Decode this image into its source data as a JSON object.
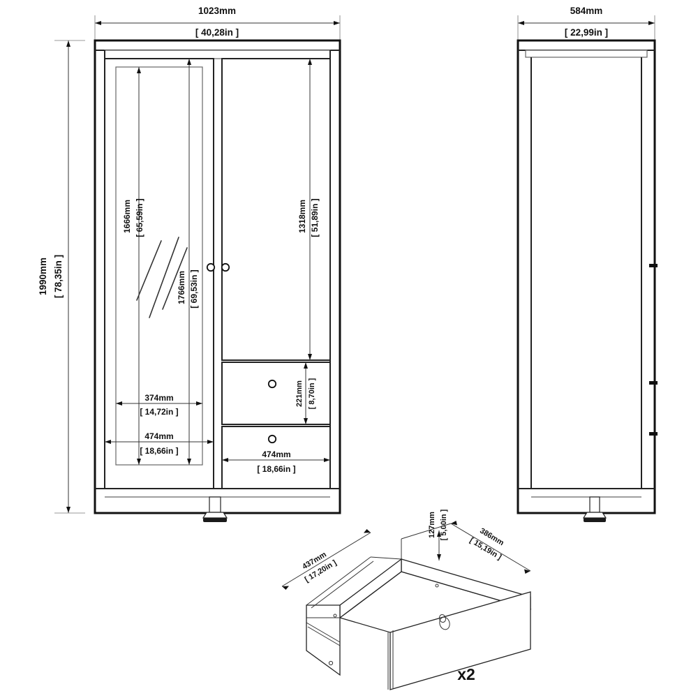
{
  "document": {
    "title": "Wardrobe assembly dimension drawing",
    "type": "technical-drawing"
  },
  "views": {
    "front": {
      "name": "front-elevation"
    },
    "side": {
      "name": "side-elevation"
    },
    "drawer": {
      "name": "drawer-isometric-detail",
      "quantity_label": "x2"
    }
  },
  "dimensions": {
    "overall_width": {
      "mm": "1023mm",
      "in": "[ 40,28in ]"
    },
    "overall_height": {
      "mm": "1990mm",
      "in": "[ 78,35in ]"
    },
    "overall_depth": {
      "mm": "584mm",
      "in": "[ 22,99in ]"
    },
    "mirror_height": {
      "mm": "1666mm",
      "in": "[ 65,59in ]"
    },
    "mirror_door_height": {
      "mm": "1766mm",
      "in": "[ 69,53in ]"
    },
    "right_door_height": {
      "mm": "1318mm",
      "in": "[ 51,89in ]"
    },
    "drawer_front_height": {
      "mm": "221mm",
      "in": "[ 8,70in ]"
    },
    "mirror_width": {
      "mm": "374mm",
      "in": "[ 14,72in ]"
    },
    "door_width": {
      "mm": "474mm",
      "in": "[ 18,66in ]"
    },
    "drawer_width": {
      "mm": "474mm",
      "in": "[ 18,66in ]"
    },
    "drawer_box_length": {
      "mm": "437mm",
      "in": "[ 17,20in ]"
    },
    "drawer_box_depth": {
      "mm": "386mm",
      "in": "[ 15,19in ]"
    },
    "drawer_box_height": {
      "mm": "127mm",
      "in": "[ 5,00in ]"
    }
  },
  "colors": {
    "line": "#1a1a1a",
    "thin_line": "#666666",
    "text": "#111111",
    "background": "#ffffff"
  }
}
